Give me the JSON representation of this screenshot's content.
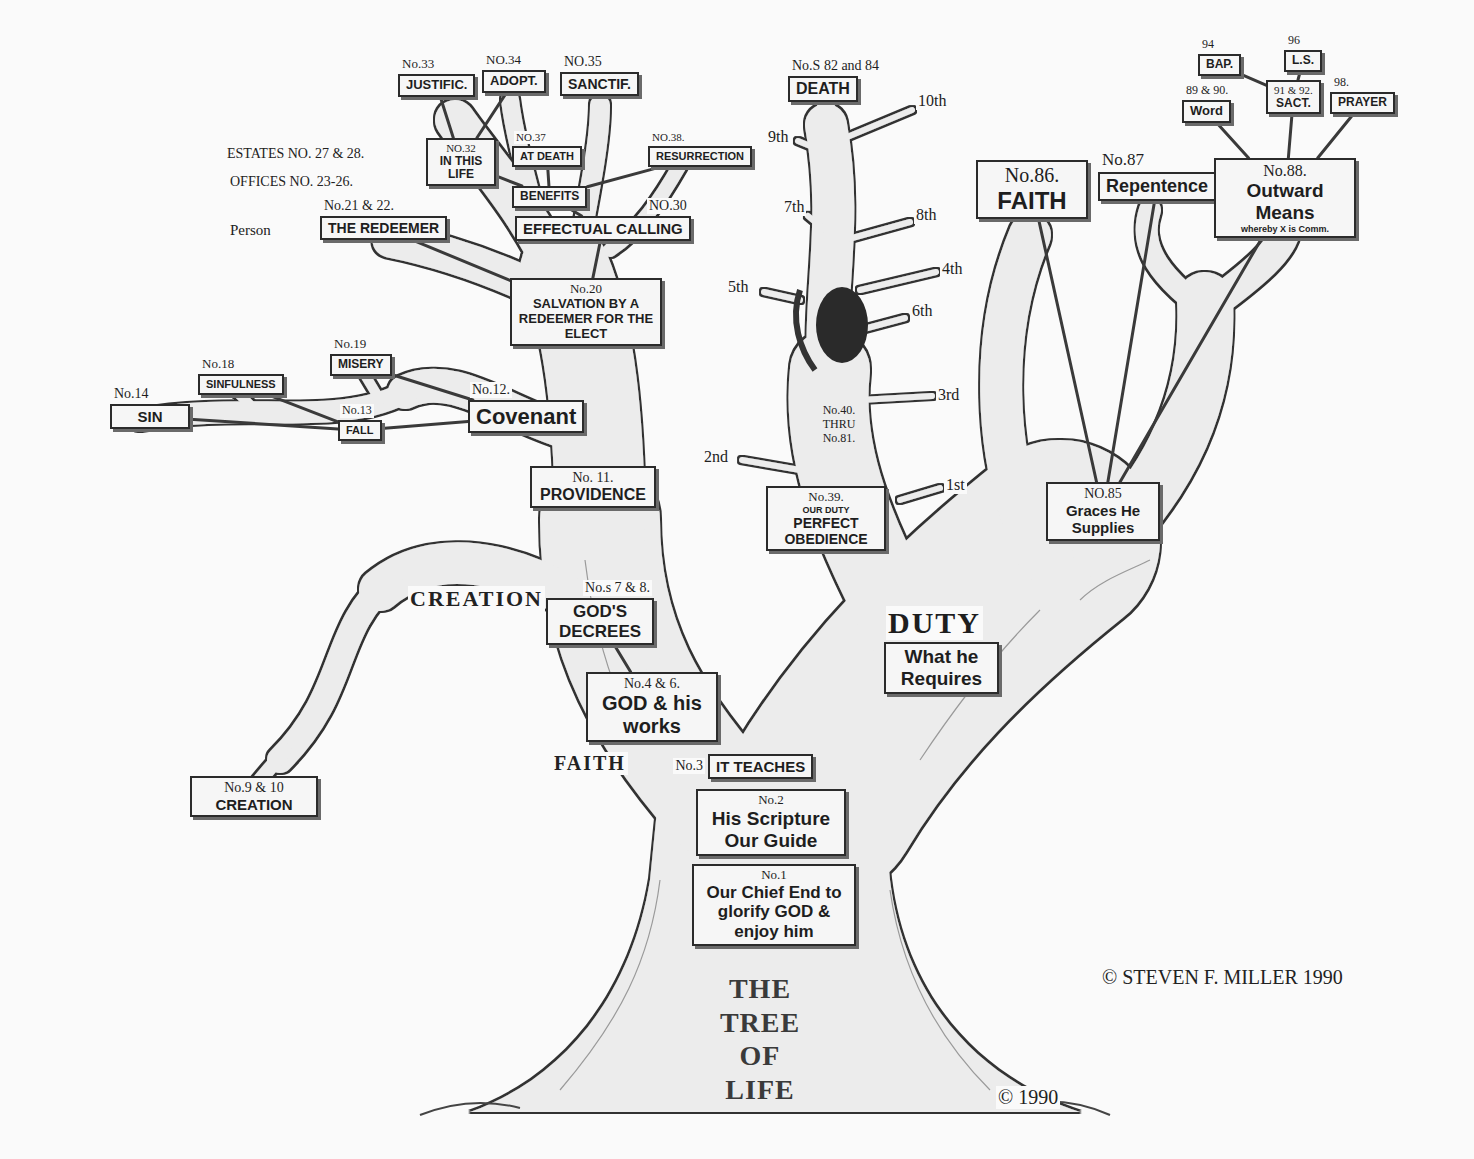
{
  "diagram": {
    "title": "THE TREE OF LIFE",
    "nodes": [
      {
        "text": [
          "No.33",
          "JUSTIFIC."
        ]
      },
      {
        "text": [
          "NO.34",
          "ADOPT."
        ]
      },
      {
        "text": [
          "NO.35",
          "SANCTIF."
        ]
      },
      {
        "text": [
          "No.S 82 and 84",
          "DEATH"
        ]
      },
      {
        "text": [
          "94",
          "BAP."
        ]
      },
      {
        "text": [
          "96",
          "L.S."
        ]
      },
      {
        "text": [
          "89 & 90.",
          "Word"
        ]
      },
      {
        "text": [
          "91 & 92.",
          "SACT."
        ]
      },
      {
        "text": [
          "98.",
          "PRAYER"
        ]
      },
      {
        "text": [
          "NO.32",
          "IN THIS LIFE"
        ]
      },
      {
        "text": [
          "NO.37",
          "AT DEATH"
        ]
      },
      {
        "text": [
          "NO.38.",
          "RESURRECTION"
        ]
      },
      {
        "text": [
          "BENEFITS"
        ]
      },
      {
        "text": [
          "No.86.",
          "FAITH"
        ]
      },
      {
        "text": [
          "No.87",
          "Repentence"
        ]
      },
      {
        "text": [
          "No.88.",
          "Outward Means",
          "whereby X is Comm."
        ]
      },
      {
        "text": [
          "No.21 & 22.",
          "THE REDEEMER"
        ]
      },
      {
        "text": [
          "NO.30",
          "EFFECTUAL CALLING"
        ]
      },
      {
        "text": [
          "No.20",
          "SALVATION BY A REDEEMER FOR THE ELECT"
        ]
      },
      {
        "text": [
          "No.18",
          "SINFULNESS"
        ]
      },
      {
        "text": [
          "No.19",
          "MISERY"
        ]
      },
      {
        "text": [
          "No.14",
          "SIN"
        ]
      },
      {
        "text": [
          "No.13",
          "FALL"
        ]
      },
      {
        "text": [
          "No.12.",
          "Covenant"
        ]
      },
      {
        "text": [
          "No. 11.",
          "PROVIDENCE"
        ]
      },
      {
        "text": [
          "No.39.",
          "OUR DUTY",
          "PERFECT OBEDIENCE"
        ]
      },
      {
        "text": [
          "NO.85",
          "Graces He Supplies"
        ]
      },
      {
        "text": [
          "No.s 7 & 8.",
          "GOD'S DECREES"
        ]
      },
      {
        "text": [
          "DUTY",
          "What he Requires"
        ]
      },
      {
        "text": [
          "No.4 & 6.",
          "GOD & his works"
        ]
      },
      {
        "text": [
          "No.3",
          "IT TEACHES"
        ]
      },
      {
        "text": [
          "No.2",
          "His Scripture Our Guide"
        ]
      },
      {
        "text": [
          "No.1",
          "Our Chief End to glorify GOD & enjoy him"
        ]
      },
      {
        "text": [
          "No.9 & 10",
          "CREATION"
        ]
      }
    ],
    "edges": [
      {
        "from": 9,
        "to": 0,
        "arrow": "none"
      },
      {
        "from": 9,
        "to": 1,
        "arrow": "none"
      },
      {
        "from": 12,
        "to": 9,
        "arrow": "none"
      },
      {
        "from": 12,
        "to": 10,
        "arrow": "none"
      },
      {
        "from": 12,
        "to": 11,
        "arrow": "none"
      },
      {
        "from": 17,
        "to": 12,
        "arrow": "none"
      },
      {
        "from": 18,
        "to": 16,
        "arrow": "none"
      },
      {
        "from": 18,
        "to": 17,
        "arrow": "none"
      },
      {
        "from": 23,
        "to": 22,
        "arrow": "none"
      },
      {
        "from": 22,
        "to": 21,
        "arrow": "none"
      },
      {
        "from": 22,
        "to": 19,
        "arrow": "none"
      },
      {
        "from": 23,
        "to": 20,
        "arrow": "none"
      },
      {
        "from": 26,
        "to": 13,
        "arrow": "none"
      },
      {
        "from": 26,
        "to": 14,
        "arrow": "none"
      },
      {
        "from": 26,
        "to": 15,
        "arrow": "none"
      },
      {
        "from": 15,
        "to": 6,
        "arrow": "none"
      },
      {
        "from": 15,
        "to": 7,
        "arrow": "none"
      },
      {
        "from": 15,
        "to": 8,
        "arrow": "none"
      },
      {
        "from": 7,
        "to": 4,
        "arrow": "none"
      },
      {
        "from": 7,
        "to": 5,
        "arrow": "none"
      },
      {
        "from": 29,
        "to": 27,
        "arrow": "none"
      }
    ],
    "labels": [
      "ESTATES NO. 27 & 28.",
      "OFFICES NO. 23-26.",
      "Person",
      "9th",
      "10th",
      "7th",
      "8th",
      "4th",
      "5th",
      "6th",
      "3rd",
      "2nd",
      "1st",
      "No.40. THRU No.81.",
      "CREATION",
      "FAITH",
      "© STEVEN F. MILLER 1990",
      "© 1990"
    ]
  }
}
